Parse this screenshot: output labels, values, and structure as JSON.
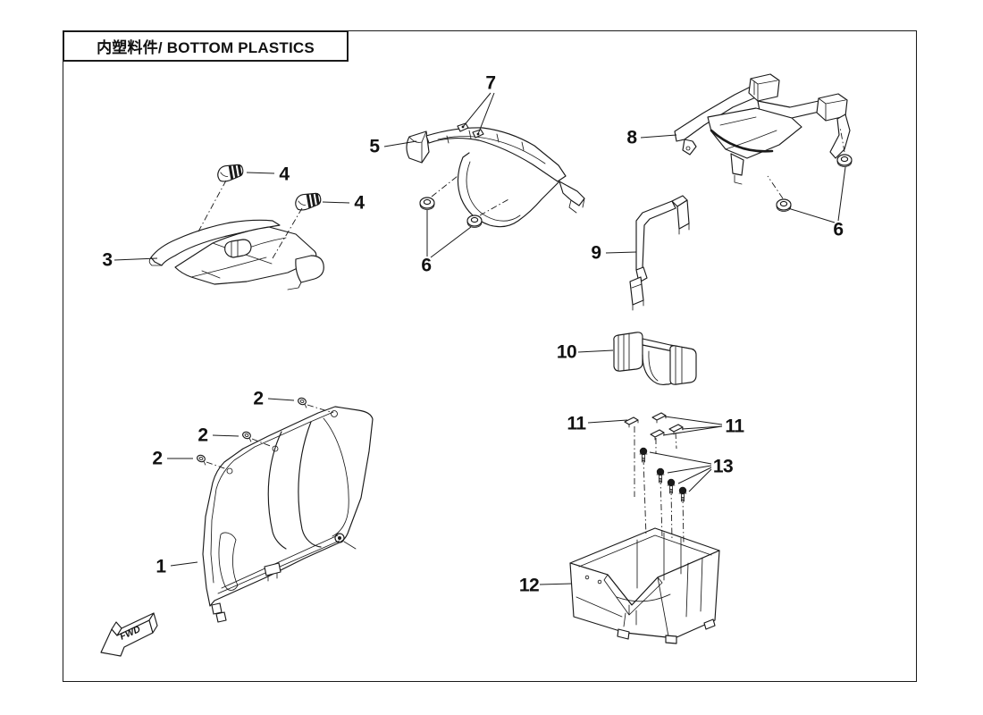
{
  "page": {
    "title": "内塑料件/ BOTTOM PLASTICS",
    "fwd_marker": "FWD",
    "paper_color": "#ffffff",
    "ink_color": "#1a1a1a"
  },
  "diagram": {
    "labels": [
      {
        "text": "7"
      },
      {
        "text": "5"
      },
      {
        "text": "8"
      },
      {
        "text": "4"
      },
      {
        "text": "4"
      },
      {
        "text": "3"
      },
      {
        "text": "6"
      },
      {
        "text": "9"
      },
      {
        "text": "6"
      },
      {
        "text": "10"
      },
      {
        "text": "11"
      },
      {
        "text": "11"
      },
      {
        "text": "13"
      },
      {
        "text": "2"
      },
      {
        "text": "2"
      },
      {
        "text": "2"
      },
      {
        "text": "1"
      },
      {
        "text": "12"
      }
    ]
  }
}
